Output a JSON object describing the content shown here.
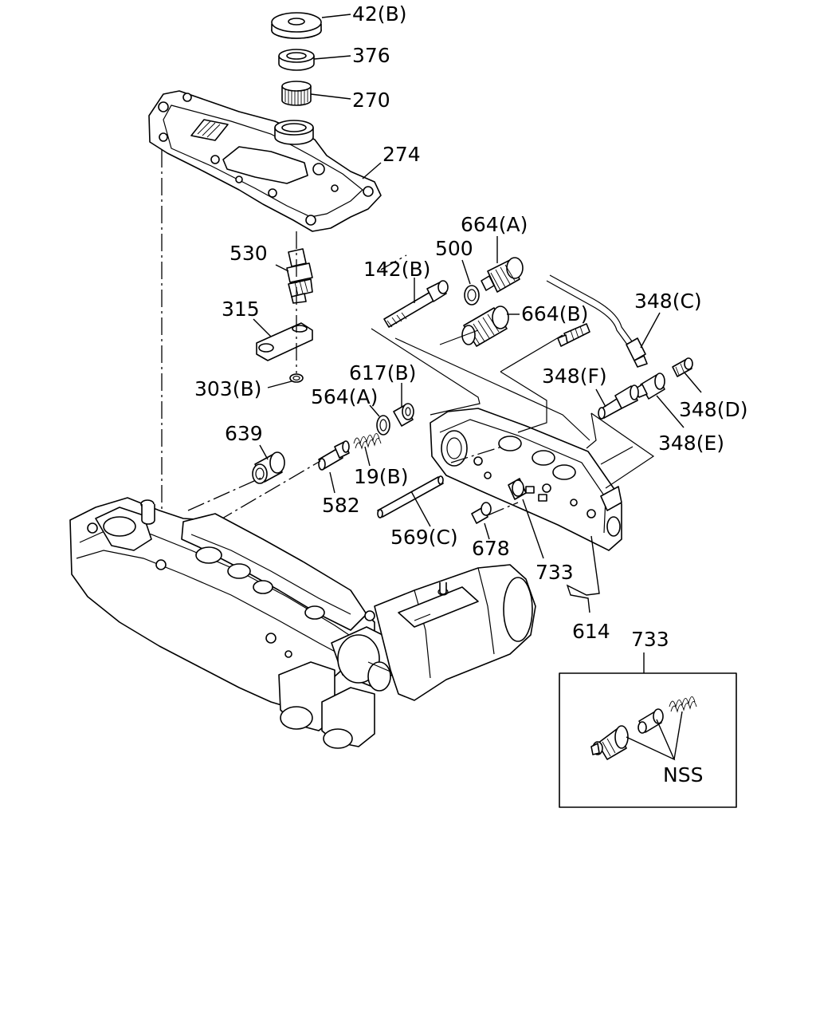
{
  "labels": {
    "l42b": "42(B)",
    "l376": "376",
    "l270": "270",
    "l274": "274",
    "l664a": "664(A)",
    "l500": "500",
    "l530": "530",
    "l142b": "142(B)",
    "l664b": "664(B)",
    "l348c": "348(C)",
    "l315": "315",
    "l617b": "617(B)",
    "l348f": "348(F)",
    "l303b": "303(B)",
    "l564a": "564(A)",
    "l348d": "348(D)",
    "l639": "639",
    "l348e": "348(E)",
    "l19b": "19(B)",
    "l582": "582",
    "l569c": "569(C)",
    "l678": "678",
    "l733": "733",
    "l614": "614",
    "inset_733": "733",
    "inset_nss": "NSS"
  }
}
